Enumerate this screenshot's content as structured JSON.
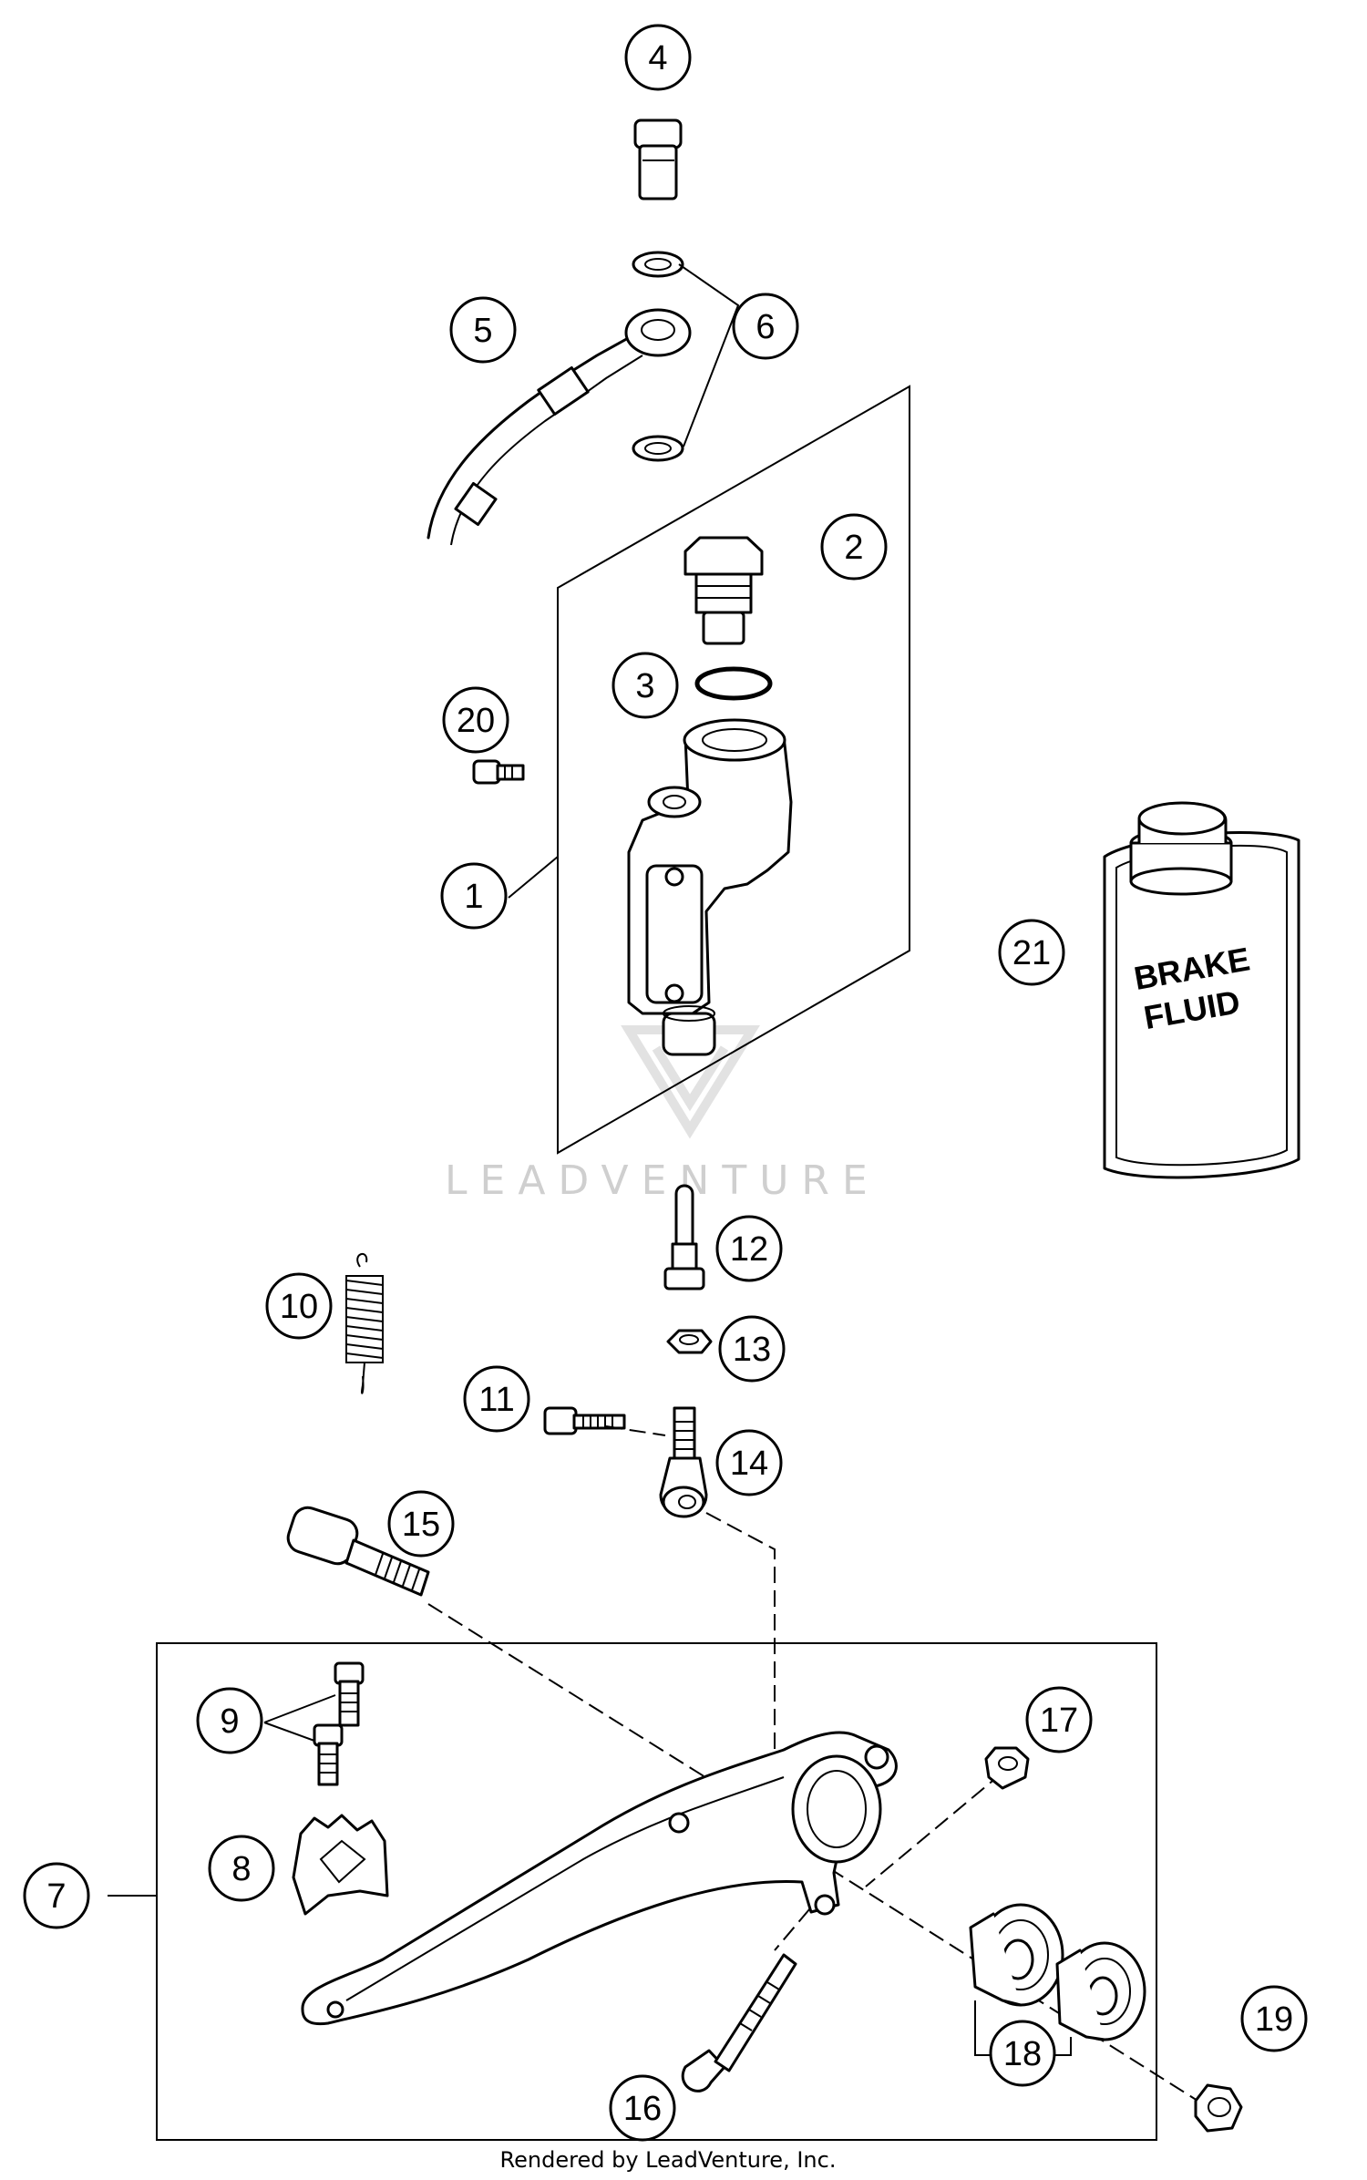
{
  "diagram": {
    "callouts": [
      {
        "id": "c1",
        "number": "1"
      },
      {
        "id": "c2",
        "number": "2"
      },
      {
        "id": "c3",
        "number": "3"
      },
      {
        "id": "c4",
        "number": "4"
      },
      {
        "id": "c5",
        "number": "5"
      },
      {
        "id": "c6",
        "number": "6"
      },
      {
        "id": "c7",
        "number": "7"
      },
      {
        "id": "c8",
        "number": "8"
      },
      {
        "id": "c9",
        "number": "9"
      },
      {
        "id": "c10",
        "number": "10"
      },
      {
        "id": "c11",
        "number": "11"
      },
      {
        "id": "c12",
        "number": "12"
      },
      {
        "id": "c13",
        "number": "13"
      },
      {
        "id": "c14",
        "number": "14"
      },
      {
        "id": "c15",
        "number": "15"
      },
      {
        "id": "c16",
        "number": "16"
      },
      {
        "id": "c17",
        "number": "17"
      },
      {
        "id": "c18",
        "number": "18"
      },
      {
        "id": "c19",
        "number": "19"
      },
      {
        "id": "c20",
        "number": "20"
      },
      {
        "id": "c21",
        "number": "21"
      }
    ],
    "bottle_label_line1": "BRAKE",
    "bottle_label_line2": "FLUID",
    "watermark": "LEADVENTURE",
    "footer": "Rendered by LeadVenture, Inc."
  }
}
